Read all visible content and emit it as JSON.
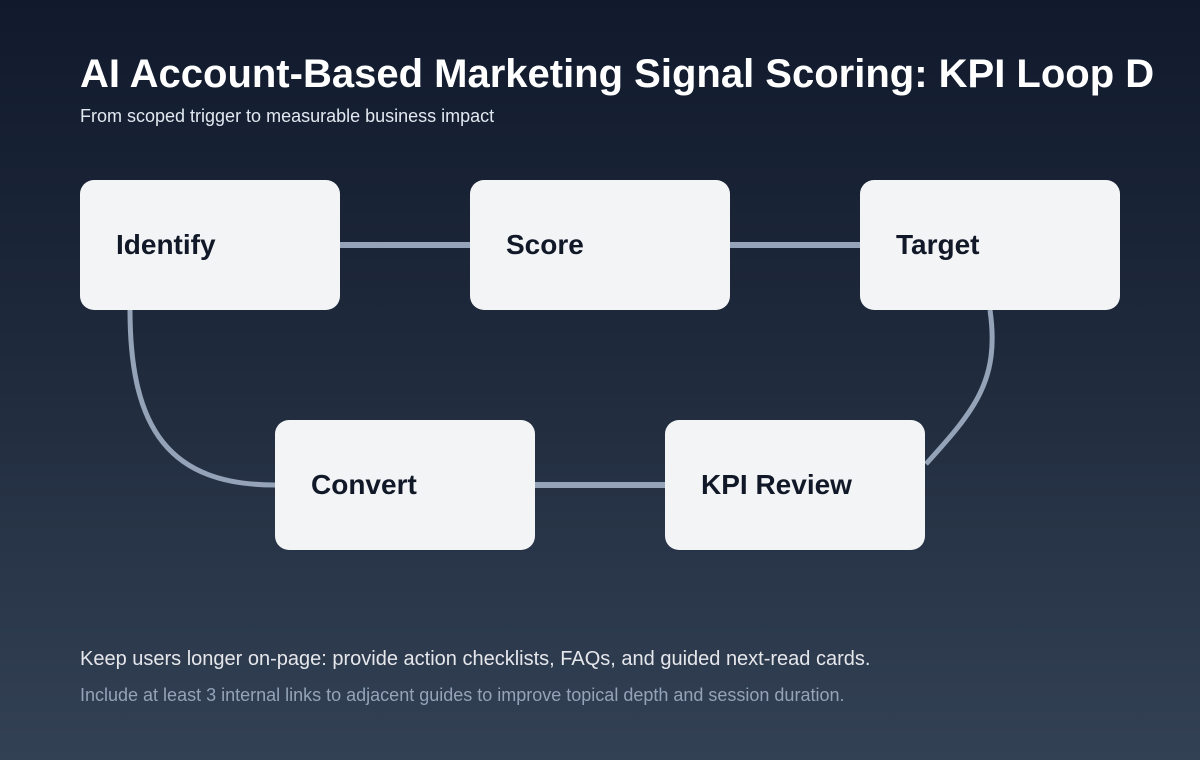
{
  "header": {
    "title": "AI Account-Based Marketing Signal Scoring: KPI Loop D",
    "subtitle": "From scoped trigger to measurable business impact"
  },
  "diagram": {
    "nodes": [
      {
        "label": "Identify"
      },
      {
        "label": "Score"
      },
      {
        "label": "Target"
      },
      {
        "label": "Convert"
      },
      {
        "label": "KPI Review"
      }
    ],
    "connector_color": "#94a3b8",
    "node_color": "#f3f4f6"
  },
  "footer": {
    "main": "Keep users longer on-page: provide action checklists, FAQs, and guided next-read cards.",
    "sub": "Include at least 3 internal links to adjacent guides to improve topical depth and session duration."
  }
}
